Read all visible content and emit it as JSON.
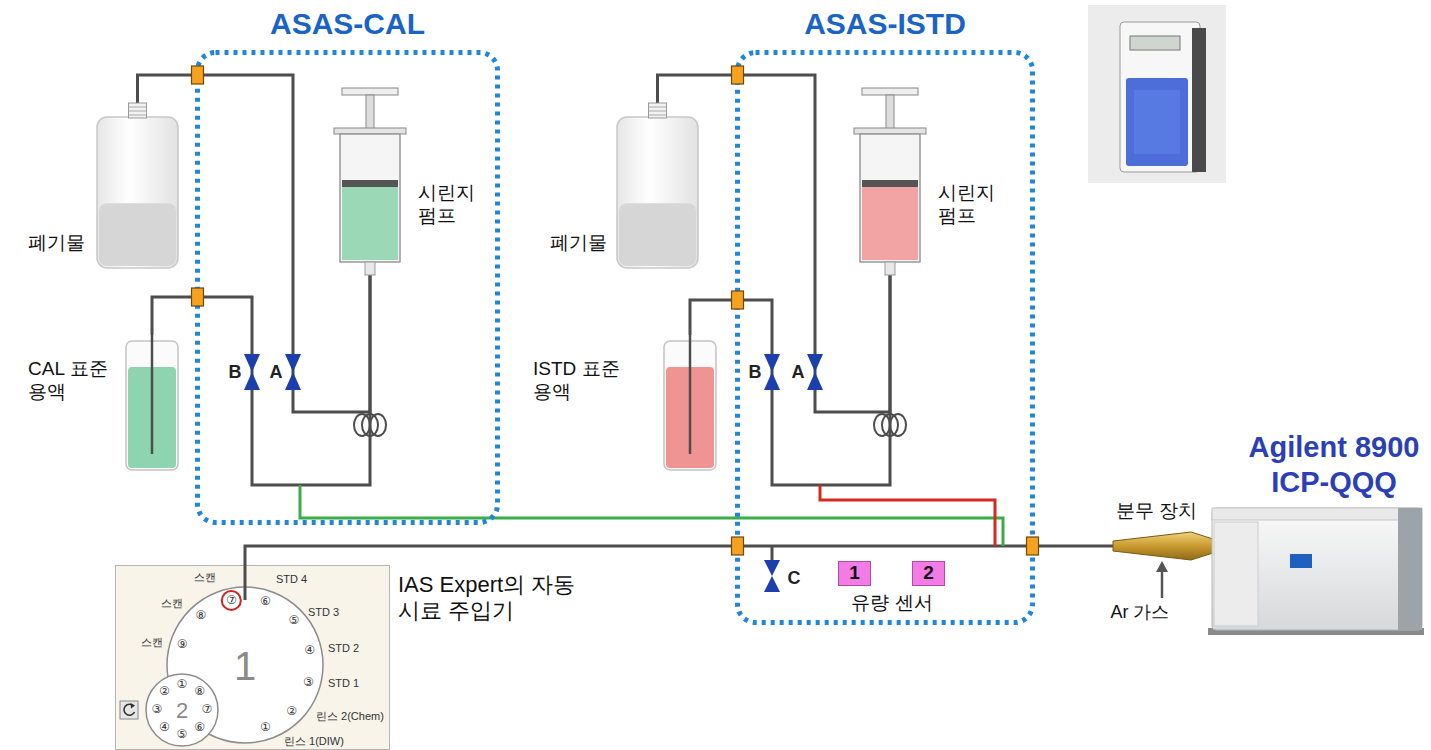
{
  "diagram": {
    "nodes": [
      {
        "text": [
          "ASAS-CAL"
        ]
      },
      {
        "text": [
          "폐기물"
        ]
      },
      {
        "text": [
          "시린지 펌프"
        ],
        "in": 0
      },
      {
        "text": [
          "CAL 표준 용액"
        ]
      },
      {
        "text": [
          "ASAS-ISTD"
        ]
      },
      {
        "text": [
          "폐기물"
        ]
      },
      {
        "text": [
          "시린지 펌프"
        ],
        "in": 4
      },
      {
        "text": [
          "ISTD 표준 용액"
        ]
      },
      {
        "text": [
          "1"
        ],
        "in": 4
      },
      {
        "text": [
          "2"
        ],
        "in": 4
      },
      {
        "text": [
          "IAS Expert의 자동 시료 주입기"
        ]
      },
      {
        "text": [
          "분무 장치"
        ]
      },
      {
        "text": [
          "Agilent 8900 ICP-QQQ"
        ]
      }
    ],
    "edges": [
      {
        "from": 1,
        "to": 2,
        "arrow": "none"
      },
      {
        "from": 3,
        "to": 2,
        "arrow": "none"
      },
      {
        "from": 5,
        "to": 6,
        "arrow": "none"
      },
      {
        "from": 7,
        "to": 6,
        "arrow": "none"
      },
      {
        "from": 10,
        "to": 11,
        "arrow": "none"
      }
    ],
    "labels": [
      "B",
      "A",
      "B",
      "A",
      "C",
      "유량 센서",
      "Ar 가스",
      "스캔",
      "⑦",
      "STD 4",
      "⑥",
      "스캔",
      "⑧",
      "STD 3",
      "⑤",
      "STD 2",
      "④",
      "스캔",
      "⑨",
      "1",
      "STD 1",
      "③",
      "린스 2(Chem)",
      "②",
      "린스 1(DIW)",
      "①",
      "2",
      "②",
      "①",
      "⑧",
      "③",
      "⑦",
      "④",
      "⑤",
      "⑥"
    ]
  }
}
